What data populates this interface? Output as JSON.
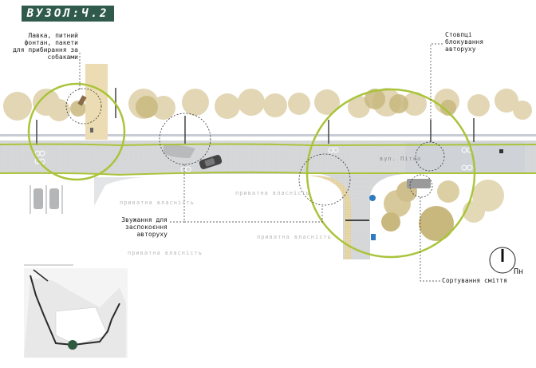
{
  "title": "ВУЗОЛ:Ч.2",
  "annotations": {
    "bench": [
      "Лавка, питний",
      "фонтан, пакети",
      "для прибирання за",
      "собаками"
    ],
    "bollards": [
      "Стовпці",
      "блокування",
      "авторуху"
    ],
    "narrowing": [
      "Звужання для",
      "заспокоєння",
      "автоpуху"
    ],
    "sorting": "Сортування сміття"
  },
  "labels": {
    "private_1": "приватна власність",
    "private_2": "приватна власність",
    "private_3": "приватна власність",
    "private_4": "приватна власність",
    "street": "вул. Пітка"
  },
  "compass": "Пн",
  "colors": {
    "accent_green": "#a9c43a",
    "title_bg": "#2f5a4c",
    "road": "#d6d7d9",
    "tree": "#d9ca9c",
    "sand": "#e6d4a6"
  }
}
